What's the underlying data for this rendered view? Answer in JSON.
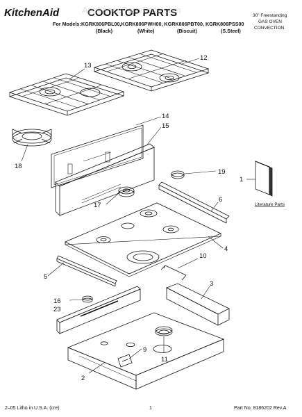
{
  "header": {
    "brand": "KitchenAid",
    "title": "COOKTOP PARTS",
    "models_label": "For Models:",
    "models": "KGRK806PBL00,KGRK806PWH00, KGRK806PBT00, KGRK806PSS00",
    "finishes": [
      "(Black)",
      "(White)",
      "(Biscuit)",
      "(S.Steel)"
    ],
    "product_line1": "30\" Freestanding",
    "product_line2": "GAS OVEN",
    "product_line3": "CONVECTION"
  },
  "watermark": "AppliancePartsPros.com",
  "callouts": [
    "13",
    "12",
    "14",
    "15",
    "18",
    "19",
    "1",
    "17",
    "6",
    "4",
    "10",
    "5",
    "3",
    "16",
    "23",
    "9",
    "11",
    "2"
  ],
  "literature_label": "Literature Parts",
  "footer": {
    "left": "2–05 Litho in U.S.A. (cre)",
    "center": "1",
    "right": "Part No. 8186202 Rev.A"
  }
}
